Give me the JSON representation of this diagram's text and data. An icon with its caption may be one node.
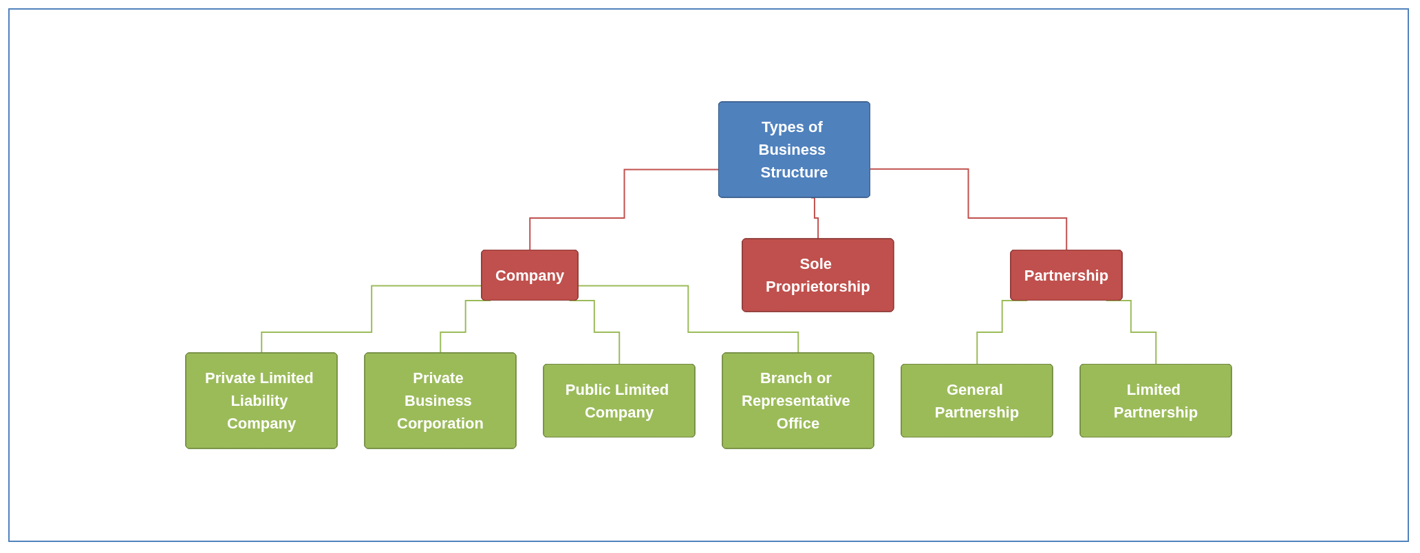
{
  "diagram": {
    "nodes": [
      {
        "text": [
          "Types of Business Structure"
        ]
      },
      {
        "text": [
          "Company"
        ]
      },
      {
        "text": [
          "Sole Proprietorship"
        ]
      },
      {
        "text": [
          "Partnership"
        ]
      },
      {
        "text": [
          "Private Limited Liability Company"
        ]
      },
      {
        "text": [
          "Private Business Corporation"
        ]
      },
      {
        "text": [
          "Public Limited Company"
        ]
      },
      {
        "text": [
          "Branch or Representative Office"
        ]
      },
      {
        "text": [
          "General Partnership"
        ]
      },
      {
        "text": [
          "Limited Partnership"
        ]
      }
    ],
    "edges": [
      {
        "from": 0,
        "to": 1,
        "arrow": "none",
        "color": "#c0504d"
      },
      {
        "from": 0,
        "to": 2,
        "arrow": "none",
        "color": "#c0504d"
      },
      {
        "from": 0,
        "to": 3,
        "arrow": "none",
        "color": "#c0504d"
      },
      {
        "from": 1,
        "to": 4,
        "arrow": "none"
      },
      {
        "from": 1,
        "to": 5,
        "arrow": "none"
      },
      {
        "from": 1,
        "to": 6,
        "arrow": "none"
      },
      {
        "from": 1,
        "to": 7,
        "arrow": "none"
      },
      {
        "from": 3,
        "to": 8,
        "arrow": "none"
      },
      {
        "from": 3,
        "to": 9,
        "arrow": "none"
      }
    ]
  }
}
